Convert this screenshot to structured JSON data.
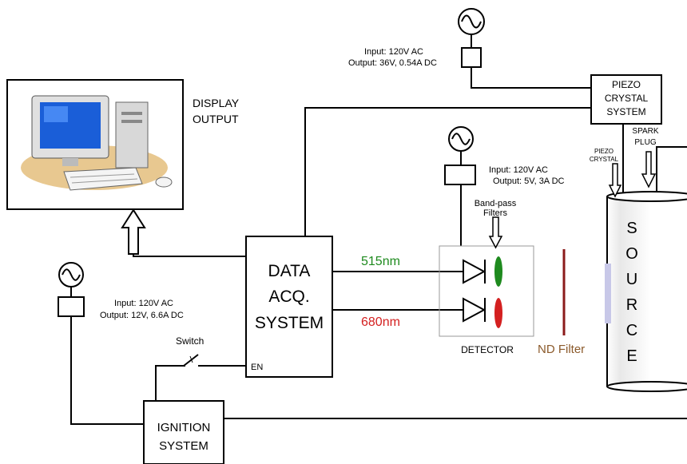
{
  "display": {
    "label_line1": "DISPLAY",
    "label_line2": "OUTPUT"
  },
  "data_acq": {
    "line1": "DATA",
    "line2": "ACQ.",
    "line3": "SYSTEM",
    "en_label": "EN"
  },
  "piezo_system": {
    "line1": "PIEZO",
    "line2": "CRYSTAL",
    "line3": "SYSTEM"
  },
  "ignition": {
    "line1": "IGNITION",
    "line2": "SYSTEM"
  },
  "power_supplies": {
    "piezo": {
      "input": "Input: 120V AC",
      "output": "Output: 36V, 0.54A DC"
    },
    "detector": {
      "input": "Input: 120V AC",
      "output": "Output: 5V, 3A DC"
    },
    "ignition": {
      "input": "Input: 120V AC",
      "output": "Output: 12V, 6.6A DC"
    }
  },
  "detector": {
    "label": "DETECTOR",
    "bandpass_line1": "Band-pass",
    "bandpass_line2": "Filters",
    "channel_green": "515nm",
    "channel_red": "680nm"
  },
  "nd_filter": {
    "label": "ND Filter"
  },
  "switch": {
    "label": "Switch"
  },
  "source": {
    "letters": [
      "S",
      "O",
      "U",
      "R",
      "C",
      "E"
    ],
    "piezo_line1": "PIEZO",
    "piezo_line2": "CRYSTAL",
    "spark_line1": "SPARK",
    "spark_line2": "PLUG"
  },
  "colors": {
    "green": "#1e8a1e",
    "red": "#d42020",
    "nd_filter": "#8b1a1a",
    "nd_label": "#8b5a2b",
    "window": "#c8c8e8"
  }
}
